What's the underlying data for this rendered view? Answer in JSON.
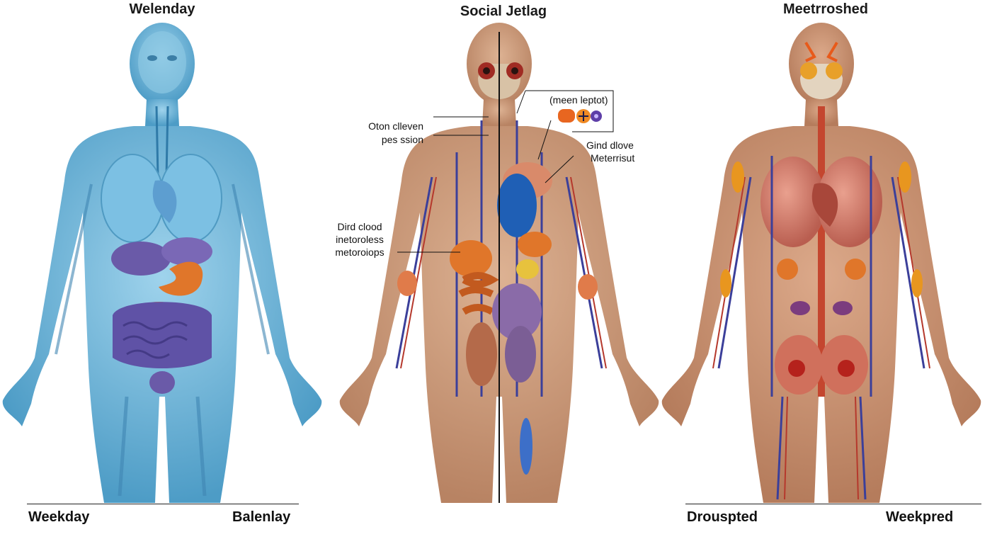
{
  "panels": {
    "left": {
      "title": "Welenday",
      "footer_left": "Weekday",
      "footer_right": "Balenlay"
    },
    "middle": {
      "title": "Social Jetlag"
    },
    "right": {
      "title": "Meetrroshed",
      "footer_left": "Drouspted",
      "footer_right": "Weekpred"
    }
  },
  "annotations": {
    "top_left_line1": "Oton clleven",
    "top_left_line2": "pes ssion",
    "leptin": "(meen leptot)",
    "right_line1": "Gind dlove",
    "right_line2": "Meterrisut",
    "lower_left_line1": "Dird clood",
    "lower_left_line2": "inetoroless",
    "lower_left_line3": "metoroiops"
  },
  "colors": {
    "weekday_body": "#6fb6d8",
    "jetlag_skin": "#c99a7a",
    "disrupted_skin": "#c98f6f",
    "vessel_blue": "#3b3f9a",
    "vessel_red": "#b5382c",
    "gut_purple": "#6a5aa8",
    "organ_orange": "#e0762a"
  },
  "icons": [
    "hormone-pill-icon",
    "hormone-plus-icon",
    "hormone-disc-icon"
  ]
}
